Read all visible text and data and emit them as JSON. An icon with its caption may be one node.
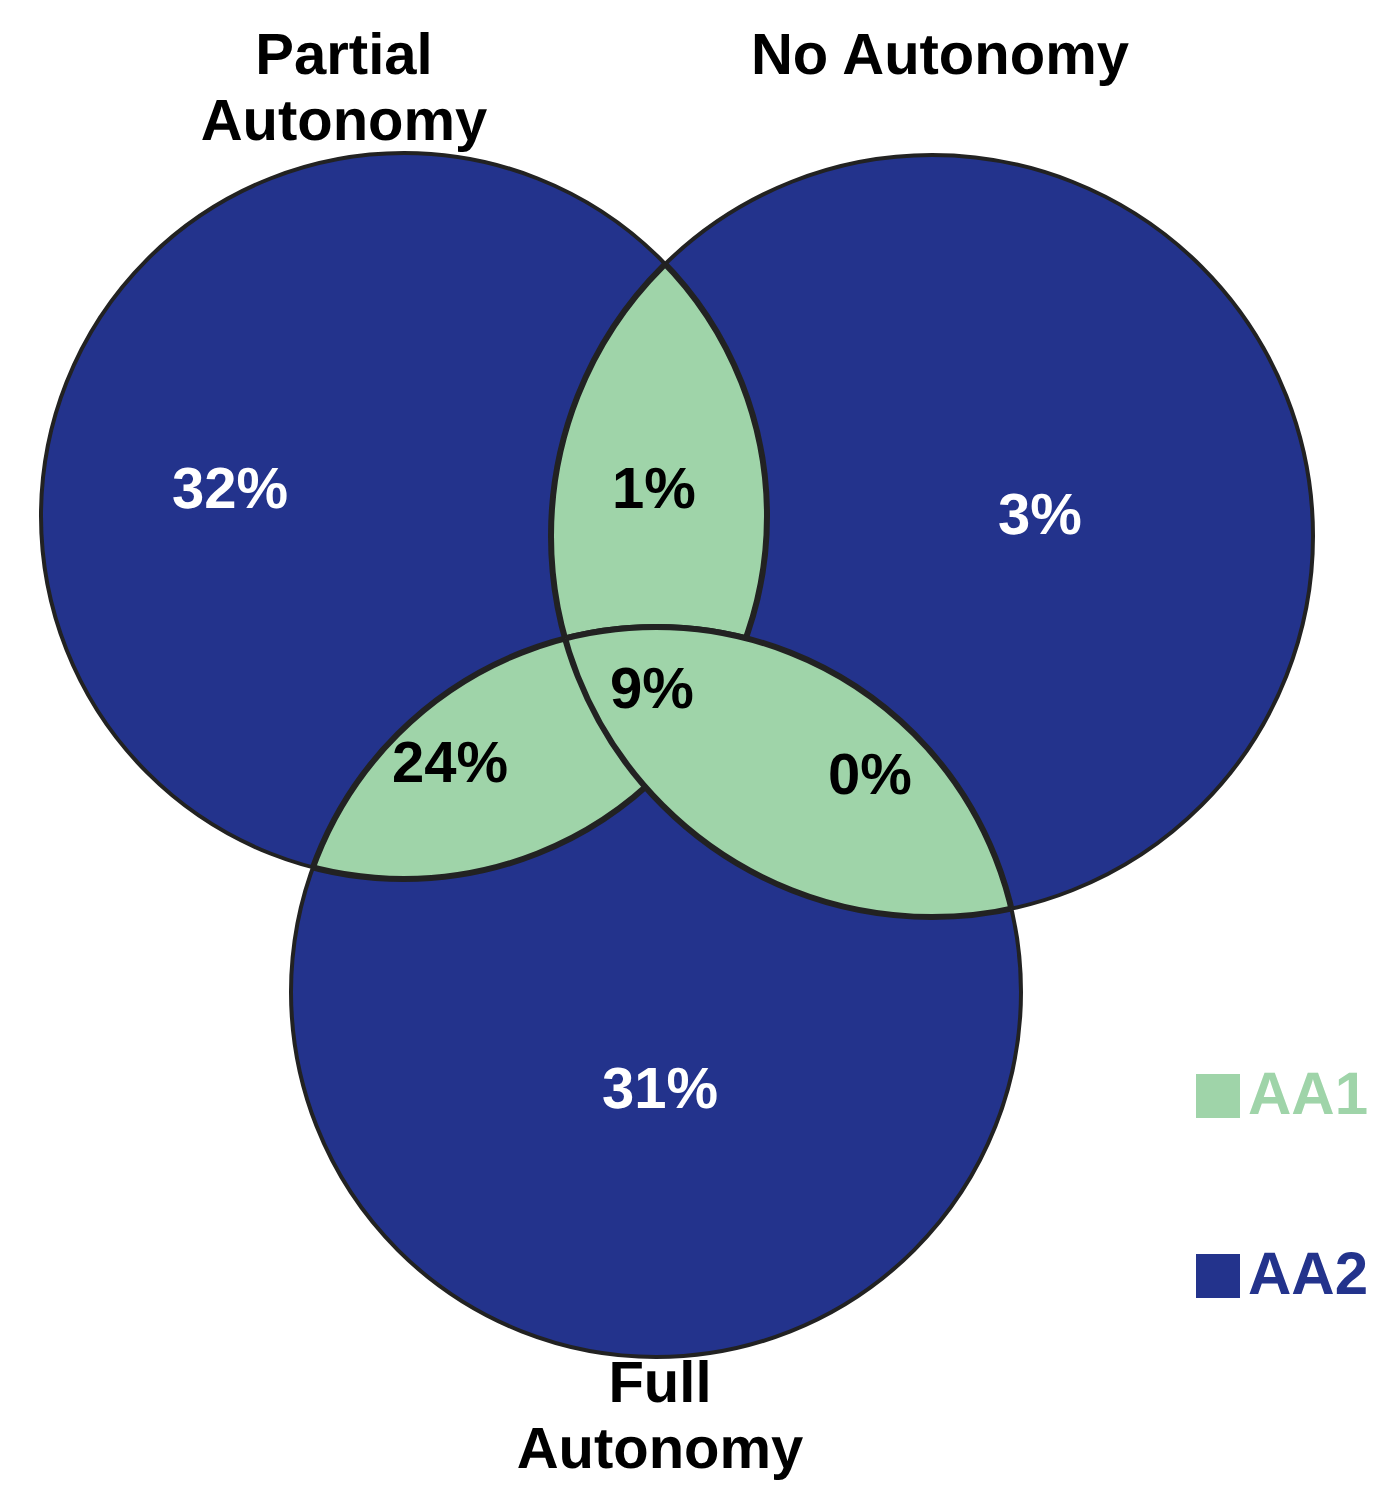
{
  "diagram": {
    "nodes": [
      {
        "text": [
          "Partial Autonomy",
          "32%"
        ]
      },
      {
        "text": [
          "No Autonomy",
          "3%"
        ]
      },
      {
        "text": [
          "31%",
          "Full Autonomy"
        ]
      }
    ],
    "labels": [
      "1%",
      "9%",
      "24%",
      "0%"
    ],
    "legend": [
      {
        "text": "AA1",
        "color": "#9fd4a9"
      },
      {
        "text": "AA2",
        "color": "#23338c"
      }
    ]
  }
}
